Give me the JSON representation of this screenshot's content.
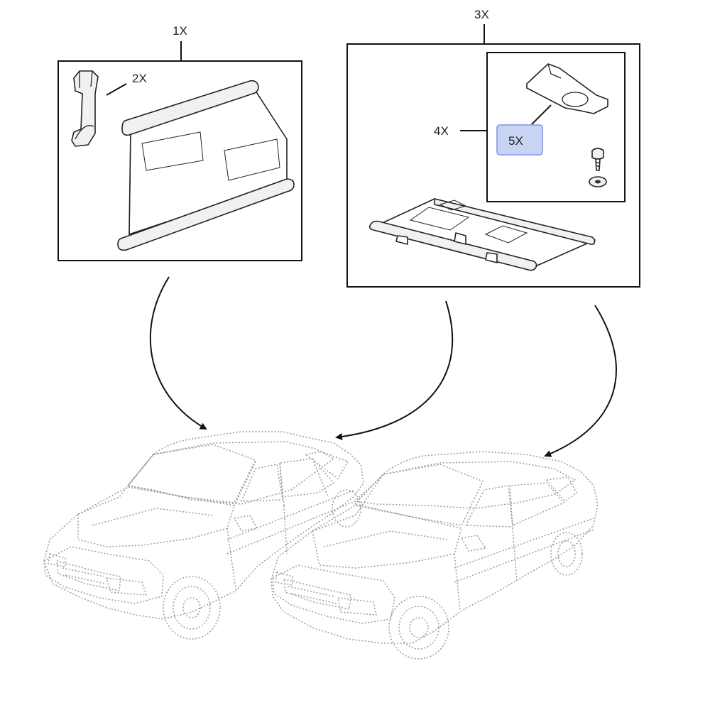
{
  "callouts": {
    "c1": "1X",
    "c2": "2X",
    "c3": "3X",
    "c4": "4X",
    "c5": "5X"
  },
  "colors": {
    "line": "#111111",
    "highlight_fill": "#c9d4f4",
    "highlight_border": "#9aa9e6",
    "car_outline": "#9a9a9a"
  }
}
